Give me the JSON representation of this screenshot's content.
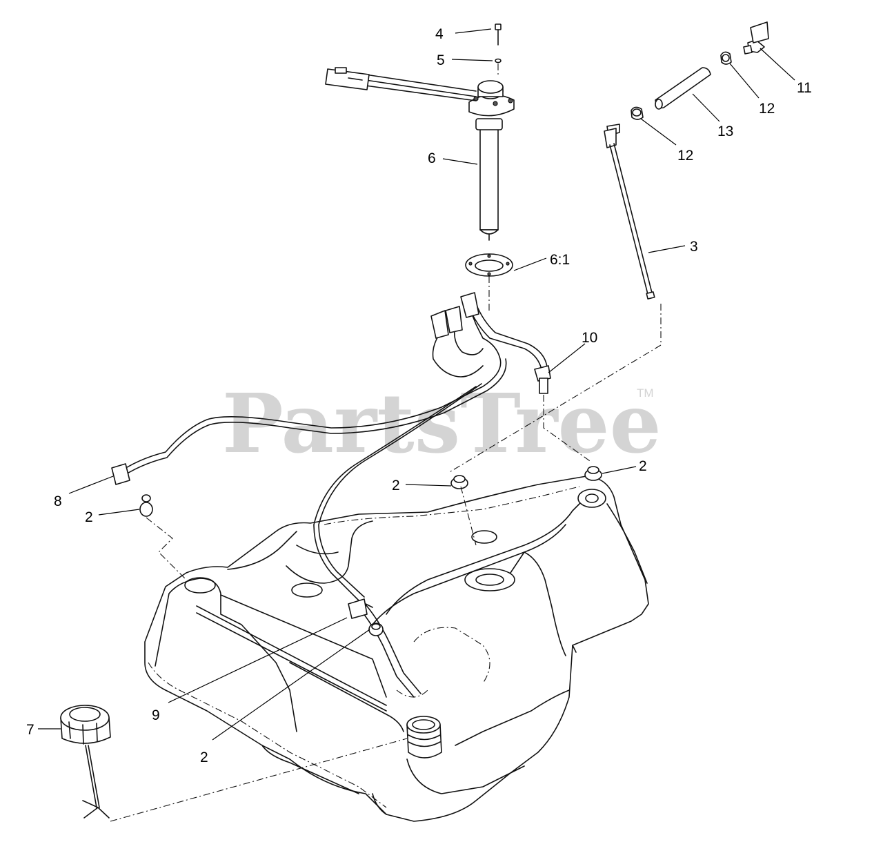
{
  "watermark": {
    "text": "PartsTree",
    "trademark": "TM"
  },
  "callouts": [
    {
      "id": "c4",
      "label": "4"
    },
    {
      "id": "c5",
      "label": "5"
    },
    {
      "id": "c6",
      "label": "6"
    },
    {
      "id": "c6-1",
      "label": "6:1"
    },
    {
      "id": "c3",
      "label": "3"
    },
    {
      "id": "c11",
      "label": "11"
    },
    {
      "id": "c12a",
      "label": "12"
    },
    {
      "id": "c12b",
      "label": "12"
    },
    {
      "id": "c13",
      "label": "13"
    },
    {
      "id": "c10",
      "label": "10"
    },
    {
      "id": "c2a",
      "label": "2"
    },
    {
      "id": "c2b",
      "label": "2"
    },
    {
      "id": "c2c",
      "label": "2"
    },
    {
      "id": "c2d",
      "label": "2"
    },
    {
      "id": "c8",
      "label": "8"
    },
    {
      "id": "c9",
      "label": "9"
    },
    {
      "id": "c7",
      "label": "7"
    }
  ]
}
